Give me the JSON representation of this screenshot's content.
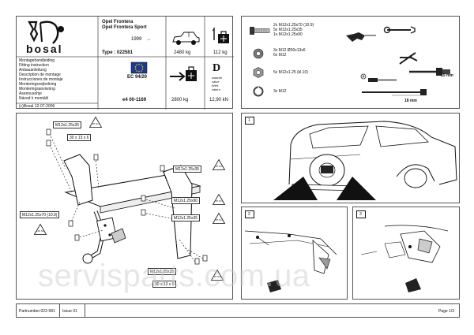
{
  "header": {
    "brand": "bosal",
    "car_title_1": "Opel Frontera",
    "car_title_2": "Opel Frontera Sport",
    "type_label": "Type : 022581",
    "year": "1999",
    "year_arrow": "→",
    "weight_car": "2480 kg",
    "weight_tow": "112 kg",
    "approval": "EC 94/20",
    "approval_code": "e4 00-1169",
    "weight_trailer": "2800 kg",
    "d_letter": "D",
    "d_value": "12,90 kN",
    "d_small": [
      "waarde",
      "value",
      "Wert",
      "valeur"
    ],
    "instructions": [
      "Montagehandleiding",
      "Fitting instruction",
      "Anbauanleitung",
      "Description de montage",
      "Instrucciones de montaje",
      "Monteringsvejledning",
      "Monteringsanvisning",
      "Asennusohje",
      "Návod k montáži"
    ],
    "copyright": "(c)Bosal 12-07-2006"
  },
  "parts": {
    "group1": [
      "2x M12x1.25x70 (10.9)",
      "5x M12x1.25x35",
      "1x M12x1.25x90"
    ],
    "group2": [
      "3x M12  Ø30x13x6",
      "6x M12"
    ],
    "group3": [
      "5x M12x1.25 (kl.10)"
    ],
    "group4": [
      "3x M12"
    ],
    "wrench_label": "19 mm",
    "socket_label": "18 mm"
  },
  "diagram": {
    "labels": {
      "bolt_top": "M12x1.25x35",
      "washer_top": "30 x 13 x 6",
      "bolt_right1": "M12x1.25x35",
      "bolt_right2": "M12x1.25x90",
      "bolt_right3": "M12x1.25x35",
      "bolt_left": "M12x1.25x70 (10.9)",
      "bolt_bottom": "M12x1.25x35",
      "washer_bottom": "30 x 13 x 6"
    },
    "torques": [
      "87 Nm",
      "87 Nm",
      "87 Nm",
      "87 Nm",
      "125 Nm",
      "87 Nm"
    ]
  },
  "steps": [
    "1",
    "2",
    "3"
  ],
  "footer": {
    "partnumber": "Partnumber:022-581",
    "issue": "Issue 01",
    "page": "Page 1/3"
  },
  "watermark": "servisparts.com.ua"
}
